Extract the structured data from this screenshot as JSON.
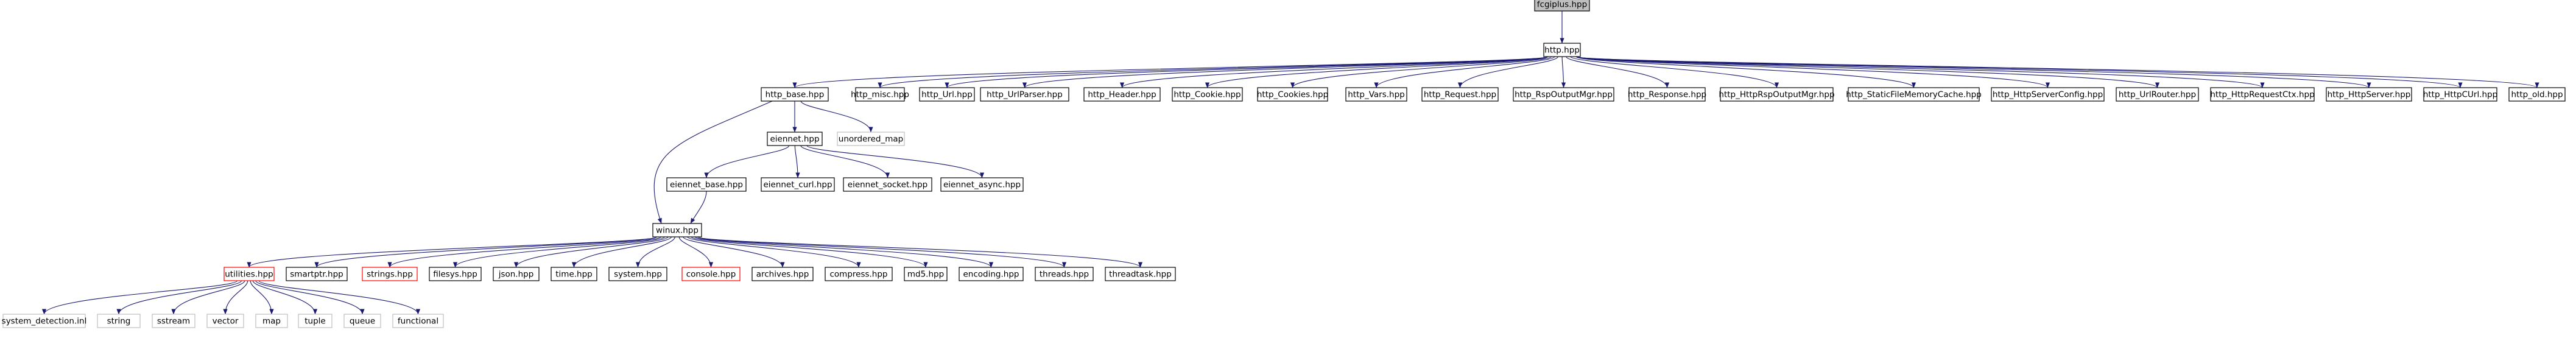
{
  "graph": {
    "edge_color": "#191970",
    "node_fill": "#ffffff",
    "root_fill": "#bfbfbf",
    "border_normal": "#000000",
    "border_truncated": "#ff0000",
    "border_external": "#bfbfbf",
    "nodes": [
      {
        "id": "fcgiplus",
        "label": "fcgiplus.hpp",
        "style": "root"
      },
      {
        "id": "http",
        "label": "http.hpp",
        "style": "normal"
      },
      {
        "id": "http_base",
        "label": "http_base.hpp",
        "style": "normal"
      },
      {
        "id": "http_misc",
        "label": "http_misc.hpp",
        "style": "normal"
      },
      {
        "id": "http_Url",
        "label": "http_Url.hpp",
        "style": "normal"
      },
      {
        "id": "http_UrlParser",
        "label": "http_UrlParser.hpp",
        "style": "normal"
      },
      {
        "id": "http_Header",
        "label": "http_Header.hpp",
        "style": "normal"
      },
      {
        "id": "http_Cookie",
        "label": "http_Cookie.hpp",
        "style": "normal"
      },
      {
        "id": "http_Cookies",
        "label": "http_Cookies.hpp",
        "style": "normal"
      },
      {
        "id": "http_Vars",
        "label": "http_Vars.hpp",
        "style": "normal"
      },
      {
        "id": "http_Request",
        "label": "http_Request.hpp",
        "style": "normal"
      },
      {
        "id": "http_RspOutputMgr",
        "label": "http_RspOutputMgr.hpp",
        "style": "normal"
      },
      {
        "id": "http_Response",
        "label": "http_Response.hpp",
        "style": "normal"
      },
      {
        "id": "http_HttpRspOutputMgr",
        "label": "http_HttpRspOutputMgr.hpp",
        "style": "normal"
      },
      {
        "id": "http_StaticFileMemoryCache",
        "label": "http_StaticFileMemoryCache.hpp",
        "style": "normal"
      },
      {
        "id": "http_HttpServerConfig",
        "label": "http_HttpServerConfig.hpp",
        "style": "normal"
      },
      {
        "id": "http_UrlRouter",
        "label": "http_UrlRouter.hpp",
        "style": "normal"
      },
      {
        "id": "http_HttpRequestCtx",
        "label": "http_HttpRequestCtx.hpp",
        "style": "normal"
      },
      {
        "id": "http_HttpServer",
        "label": "http_HttpServer.hpp",
        "style": "normal"
      },
      {
        "id": "http_HttpCUrl",
        "label": "http_HttpCUrl.hpp",
        "style": "normal"
      },
      {
        "id": "http_old",
        "label": "http_old.hpp",
        "style": "normal"
      },
      {
        "id": "eiennet",
        "label": "eiennet.hpp",
        "style": "normal"
      },
      {
        "id": "unordered_map",
        "label": "unordered_map",
        "style": "external"
      },
      {
        "id": "eiennet_base",
        "label": "eiennet_base.hpp",
        "style": "normal"
      },
      {
        "id": "eiennet_curl",
        "label": "eiennet_curl.hpp",
        "style": "normal"
      },
      {
        "id": "eiennet_socket",
        "label": "eiennet_socket.hpp",
        "style": "normal"
      },
      {
        "id": "eiennet_async",
        "label": "eiennet_async.hpp",
        "style": "normal"
      },
      {
        "id": "winux",
        "label": "winux.hpp",
        "style": "normal"
      },
      {
        "id": "utilities",
        "label": "utilities.hpp",
        "style": "truncated"
      },
      {
        "id": "smartptr",
        "label": "smartptr.hpp",
        "style": "normal"
      },
      {
        "id": "strings",
        "label": "strings.hpp",
        "style": "truncated"
      },
      {
        "id": "filesys",
        "label": "filesys.hpp",
        "style": "normal"
      },
      {
        "id": "json",
        "label": "json.hpp",
        "style": "normal"
      },
      {
        "id": "time",
        "label": "time.hpp",
        "style": "normal"
      },
      {
        "id": "system",
        "label": "system.hpp",
        "style": "normal"
      },
      {
        "id": "console",
        "label": "console.hpp",
        "style": "truncated"
      },
      {
        "id": "archives",
        "label": "archives.hpp",
        "style": "normal"
      },
      {
        "id": "compress",
        "label": "compress.hpp",
        "style": "normal"
      },
      {
        "id": "md5",
        "label": "md5.hpp",
        "style": "normal"
      },
      {
        "id": "encoding",
        "label": "encoding.hpp",
        "style": "normal"
      },
      {
        "id": "threads",
        "label": "threads.hpp",
        "style": "normal"
      },
      {
        "id": "threadtask",
        "label": "threadtask.hpp",
        "style": "normal"
      },
      {
        "id": "system_detection",
        "label": "system_detection.inl",
        "style": "external"
      },
      {
        "id": "string",
        "label": "string",
        "style": "external"
      },
      {
        "id": "sstream",
        "label": "sstream",
        "style": "external"
      },
      {
        "id": "vector",
        "label": "vector",
        "style": "external"
      },
      {
        "id": "map",
        "label": "map",
        "style": "external"
      },
      {
        "id": "tuple",
        "label": "tuple",
        "style": "external"
      },
      {
        "id": "queue",
        "label": "queue",
        "style": "external"
      },
      {
        "id": "functional",
        "label": "functional",
        "style": "external"
      }
    ],
    "edges": [
      [
        "fcgiplus",
        "http"
      ],
      [
        "http",
        "http_base"
      ],
      [
        "http",
        "http_misc"
      ],
      [
        "http",
        "http_Url"
      ],
      [
        "http",
        "http_UrlParser"
      ],
      [
        "http",
        "http_Header"
      ],
      [
        "http",
        "http_Cookie"
      ],
      [
        "http",
        "http_Cookies"
      ],
      [
        "http",
        "http_Vars"
      ],
      [
        "http",
        "http_Request"
      ],
      [
        "http",
        "http_RspOutputMgr"
      ],
      [
        "http",
        "http_Response"
      ],
      [
        "http",
        "http_HttpRspOutputMgr"
      ],
      [
        "http",
        "http_StaticFileMemoryCache"
      ],
      [
        "http",
        "http_HttpServerConfig"
      ],
      [
        "http",
        "http_UrlRouter"
      ],
      [
        "http",
        "http_HttpRequestCtx"
      ],
      [
        "http",
        "http_HttpServer"
      ],
      [
        "http",
        "http_HttpCUrl"
      ],
      [
        "http",
        "http_old"
      ],
      [
        "http_base",
        "eiennet"
      ],
      [
        "http_base",
        "unordered_map"
      ],
      [
        "http_base",
        "winux"
      ],
      [
        "eiennet",
        "eiennet_base"
      ],
      [
        "eiennet",
        "eiennet_curl"
      ],
      [
        "eiennet",
        "eiennet_socket"
      ],
      [
        "eiennet",
        "eiennet_async"
      ],
      [
        "eiennet_base",
        "winux"
      ],
      [
        "winux",
        "utilities"
      ],
      [
        "winux",
        "smartptr"
      ],
      [
        "winux",
        "strings"
      ],
      [
        "winux",
        "filesys"
      ],
      [
        "winux",
        "json"
      ],
      [
        "winux",
        "time"
      ],
      [
        "winux",
        "system"
      ],
      [
        "winux",
        "console"
      ],
      [
        "winux",
        "archives"
      ],
      [
        "winux",
        "compress"
      ],
      [
        "winux",
        "md5"
      ],
      [
        "winux",
        "encoding"
      ],
      [
        "winux",
        "threads"
      ],
      [
        "winux",
        "threadtask"
      ],
      [
        "utilities",
        "system_detection"
      ],
      [
        "utilities",
        "string"
      ],
      [
        "utilities",
        "sstream"
      ],
      [
        "utilities",
        "vector"
      ],
      [
        "utilities",
        "map"
      ],
      [
        "utilities",
        "tuple"
      ],
      [
        "utilities",
        "queue"
      ],
      [
        "utilities",
        "functional"
      ]
    ]
  }
}
